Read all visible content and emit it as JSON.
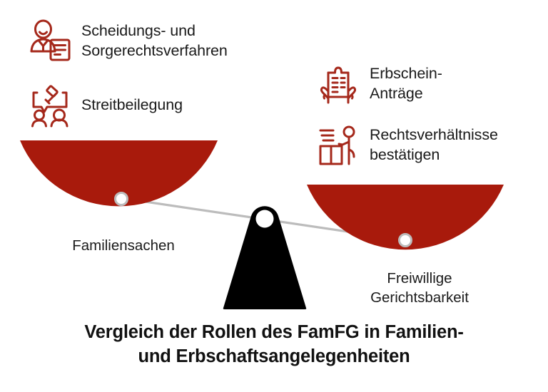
{
  "diagram": {
    "background_color": "#ffffff",
    "accent_red": "#a81a0c",
    "icon_red": "#a5281b",
    "beam_gray": "#bcbcbc",
    "fulcrum_black": "#000000",
    "text_color": "#1a1a1a"
  },
  "left_side": {
    "pan_label": "Familiensachen",
    "features": [
      {
        "icon": "person-document-icon",
        "label": "Scheidungs- und\nSorgerechtsverfahren"
      },
      {
        "icon": "gavel-speech-bubble-people-icon",
        "label": "Streitbeilegung"
      }
    ]
  },
  "right_side": {
    "pan_label": "Freiwillige\nGerichtsbarkeit",
    "features": [
      {
        "icon": "hands-holding-certificate-icon",
        "label": "Erbschein-\nAnträge"
      },
      {
        "icon": "person-at-podium-icon",
        "label": "Rechtsverhältnisse\nbestätigen"
      }
    ]
  },
  "title": "Vergleich der Rollen des FamFG in Familien-\nund Erbschaftsangelegenheiten",
  "chart_data": {
    "type": "diagram",
    "subtype": "balance-scale",
    "title": "Vergleich der Rollen des FamFG in Familien- und Erbschaftsangelegenheiten",
    "sides": [
      {
        "name": "Familiensachen",
        "position": "left",
        "pan_state": "raised",
        "items": [
          "Scheidungs- und Sorgerechtsverfahren",
          "Streitbeilegung"
        ]
      },
      {
        "name": "Freiwillige Gerichtsbarkeit",
        "position": "right",
        "pan_state": "lowered",
        "items": [
          "Erbschein-Anträge",
          "Rechtsverhältnisse bestätigen"
        ]
      }
    ],
    "tilt": "beam tilted downward to the right"
  }
}
